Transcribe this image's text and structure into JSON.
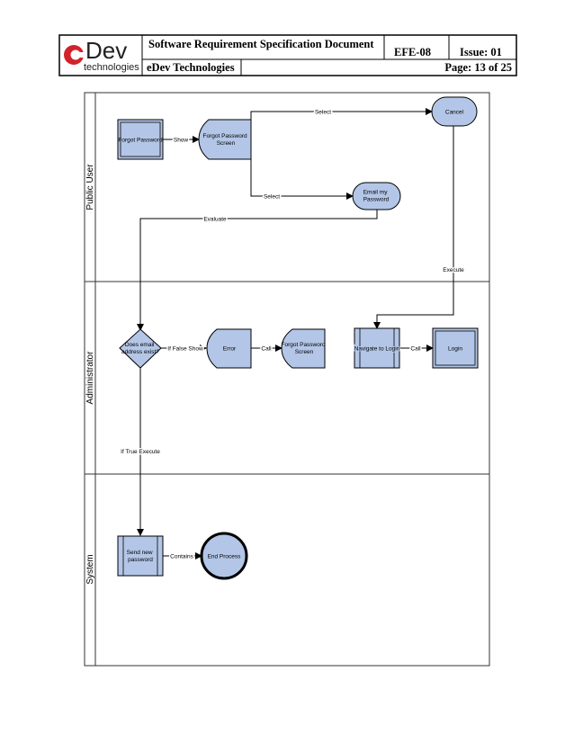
{
  "header": {
    "logo": {
      "brand": "Dev",
      "sub": "technologies",
      "accent_color": "#d2232a"
    },
    "doc_title": "Software Requirement Specification Document",
    "doc_code": "EFE-08",
    "issue": "Issue: 01",
    "company": "eDev Technologies",
    "page": "Page: 13 of 25"
  },
  "colors": {
    "node_fill": "#b3c6e7",
    "edge": "#000000",
    "lane_border": "#333333"
  },
  "lanes": [
    {
      "label": "Public User"
    },
    {
      "label": "Administrator"
    },
    {
      "label": "System"
    }
  ],
  "nodes": {
    "forgot_password": "Forgot Password",
    "forgot_password_screen": "Forgot Password Screen",
    "cancel": "Cancel",
    "email_my_password": "Email my Password",
    "does_email_exist": "Does email address exist?",
    "error": "Error",
    "forgot_password_screen_2": "Forgot Password Screen",
    "navigate_to_login": "Navigate to Login",
    "login": "Login",
    "send_new_password": "Send new password",
    "end_process": "End Process"
  },
  "edges": {
    "show": "Show",
    "select_cancel": "Select",
    "select_email": "Select",
    "evaluate": "Evaluate",
    "execute": "Execute",
    "if_false_show": "If False Show",
    "call_error": "Call",
    "call_login": "Call",
    "if_true_execute": "If True Execute",
    "contains": "Contains"
  }
}
